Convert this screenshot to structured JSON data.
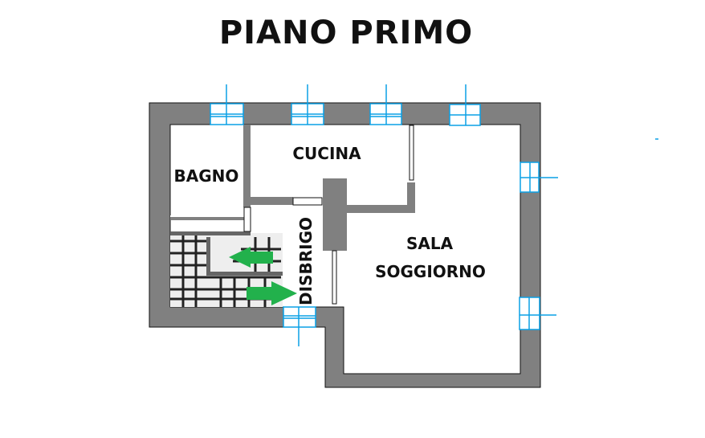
{
  "title": "PIANO PRIMO",
  "rooms": {
    "bagno": "BAGNO",
    "cucina": "CUCINA",
    "disbrigo": "DISBRIGO",
    "sala_line1": "SALA",
    "sala_line2": "SOGGIORNO"
  },
  "colors": {
    "wall": "#808080",
    "window": "#0aa0e6",
    "arrow": "#22b14c"
  }
}
